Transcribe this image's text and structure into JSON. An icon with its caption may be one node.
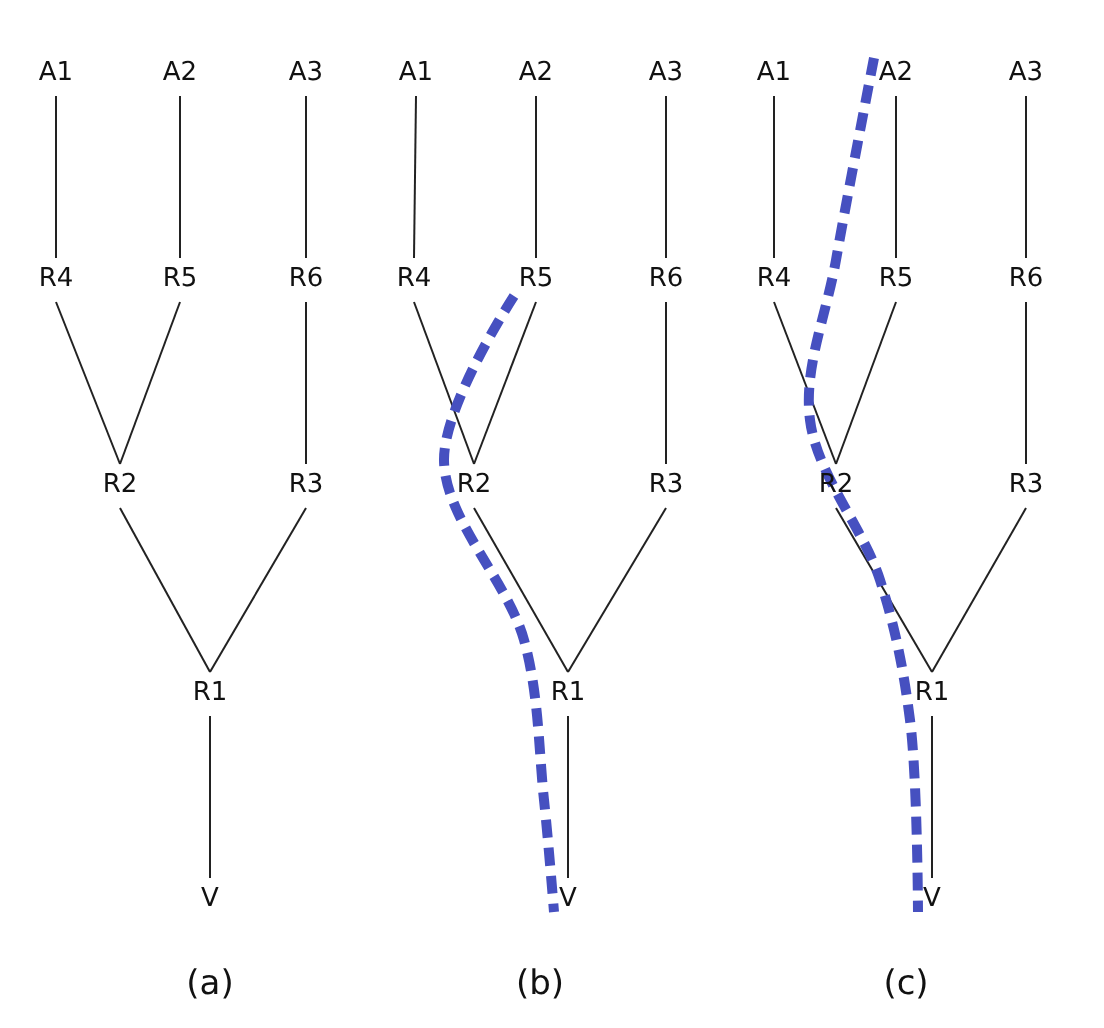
{
  "diagram": {
    "nodes": [
      {
        "text": [
          "A1"
        ]
      },
      {
        "text": [
          "A2"
        ]
      },
      {
        "text": [
          "A3"
        ]
      },
      {
        "text": [
          "R4"
        ]
      },
      {
        "text": [
          "R5"
        ]
      },
      {
        "text": [
          "R6"
        ]
      },
      {
        "text": [
          "R2"
        ]
      },
      {
        "text": [
          "R3"
        ]
      },
      {
        "text": [
          "R1"
        ]
      },
      {
        "text": [
          "V"
        ]
      },
      {
        "text": [
          "A1"
        ]
      },
      {
        "text": [
          "A2"
        ]
      },
      {
        "text": [
          "A3"
        ]
      },
      {
        "text": [
          "R4"
        ]
      },
      {
        "text": [
          "R5"
        ]
      },
      {
        "text": [
          "R6"
        ]
      },
      {
        "text": [
          "R2"
        ]
      },
      {
        "text": [
          "R3"
        ]
      },
      {
        "text": [
          "R1"
        ]
      },
      {
        "text": [
          "V"
        ]
      },
      {
        "text": [
          "A1"
        ]
      },
      {
        "text": [
          "A2"
        ]
      },
      {
        "text": [
          "A3"
        ]
      },
      {
        "text": [
          "R4"
        ]
      },
      {
        "text": [
          "R5"
        ]
      },
      {
        "text": [
          "R6"
        ]
      },
      {
        "text": [
          "R2"
        ]
      },
      {
        "text": [
          "R3"
        ]
      },
      {
        "text": [
          "R1"
        ]
      },
      {
        "text": [
          "V"
        ]
      }
    ],
    "edges": [
      {
        "from": 0,
        "to": 3,
        "arrow": "none"
      },
      {
        "from": 1,
        "to": 4,
        "arrow": "none"
      },
      {
        "from": 2,
        "to": 5,
        "arrow": "none"
      },
      {
        "from": 3,
        "to": 6,
        "arrow": "none"
      },
      {
        "from": 4,
        "to": 6,
        "arrow": "none"
      },
      {
        "from": 5,
        "to": 7,
        "arrow": "none"
      },
      {
        "from": 6,
        "to": 8,
        "arrow": "none"
      },
      {
        "from": 7,
        "to": 8,
        "arrow": "none"
      },
      {
        "from": 8,
        "to": 9,
        "arrow": "none"
      },
      {
        "from": 10,
        "to": 13,
        "arrow": "none"
      },
      {
        "from": 11,
        "to": 14,
        "arrow": "none"
      },
      {
        "from": 12,
        "to": 15,
        "arrow": "none"
      },
      {
        "from": 13,
        "to": 16,
        "arrow": "none"
      },
      {
        "from": 14,
        "to": 16,
        "arrow": "none"
      },
      {
        "from": 15,
        "to": 17,
        "arrow": "none"
      },
      {
        "from": 16,
        "to": 18,
        "arrow": "none"
      },
      {
        "from": 17,
        "to": 18,
        "arrow": "none"
      },
      {
        "from": 18,
        "to": 19,
        "arrow": "none"
      },
      {
        "from": 20,
        "to": 23,
        "arrow": "none"
      },
      {
        "from": 21,
        "to": 24,
        "arrow": "none"
      },
      {
        "from": 22,
        "to": 25,
        "arrow": "none"
      },
      {
        "from": 23,
        "to": 26,
        "arrow": "none"
      },
      {
        "from": 24,
        "to": 26,
        "arrow": "none"
      },
      {
        "from": 25,
        "to": 27,
        "arrow": "none"
      },
      {
        "from": 26,
        "to": 28,
        "arrow": "none"
      },
      {
        "from": 27,
        "to": 28,
        "arrow": "none"
      },
      {
        "from": 28,
        "to": 29,
        "arrow": "none"
      },
      {
        "from": 14,
        "to": 19,
        "arrow": "none",
        "style": "dashed",
        "color": "#4650c0"
      },
      {
        "from": 21,
        "to": 29,
        "arrow": "none",
        "style": "dashed",
        "color": "#4650c0"
      }
    ],
    "labels": [
      "(a)",
      "(b)",
      "(c)"
    ]
  }
}
